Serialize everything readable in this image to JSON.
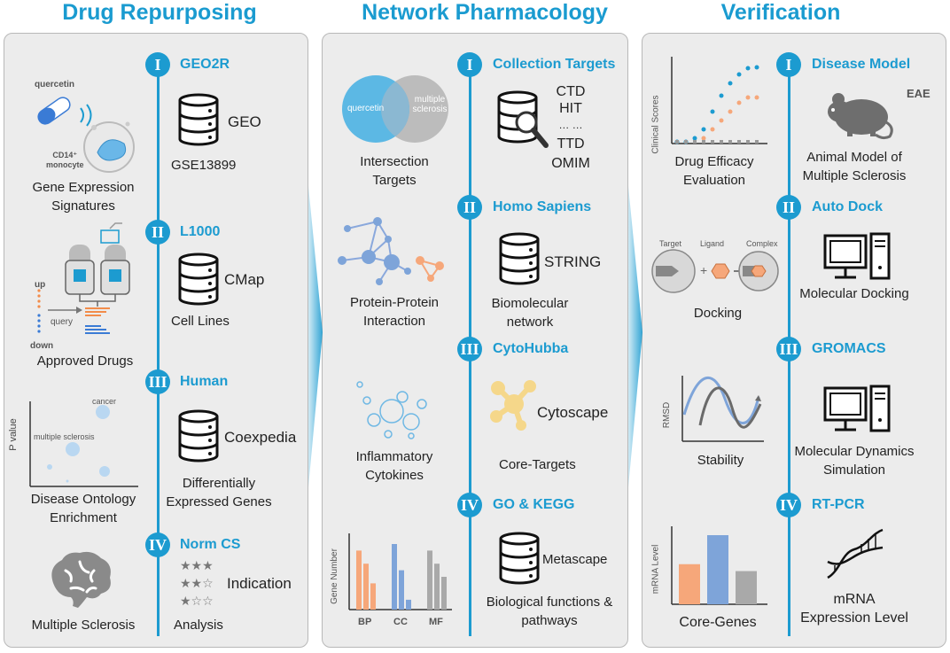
{
  "titles": {
    "drug_repurposing": "Drug Repurposing",
    "network_pharmacology": "Network Pharmacology",
    "verification": "Verification"
  },
  "repurposing": {
    "steps": [
      {
        "num": "I",
        "label": "GEO2R",
        "db": "GEO",
        "sub": "GSE13899"
      },
      {
        "num": "II",
        "label": "L1000",
        "db": "CMap",
        "sub": "Cell Lines"
      },
      {
        "num": "III",
        "label": "Human",
        "db": "Coexpedia",
        "sub1": "Differentially",
        "sub2": "Expressed Genes"
      },
      {
        "num": "IV",
        "label": "Norm CS",
        "db": "Indication",
        "sub": "Analysis"
      }
    ],
    "left": {
      "quercetin": "quercetin",
      "monocyte1": "CD14⁺",
      "monocyte2": "monocyte",
      "gene_expr1": "Gene Expression",
      "gene_expr2": "Signatures",
      "up": "up",
      "down": "down",
      "query": "query",
      "approved": "Approved Drugs",
      "pvalue": "P value",
      "cancer": "cancer",
      "ms": "multiple sclerosis",
      "doe1": "Disease Ontology",
      "doe2": "Enrichment",
      "ms_label": "Multiple Sclerosis"
    },
    "stars": [
      "★★★",
      "★★☆",
      "★☆☆"
    ]
  },
  "network": {
    "steps": [
      {
        "num": "I",
        "label": "Collection Targets",
        "db_list": [
          "CTD",
          "HIT",
          "… …",
          "TTD",
          "OMIM"
        ]
      },
      {
        "num": "II",
        "label": "Homo Sapiens",
        "db": "STRING",
        "sub1": "Biomolecular",
        "sub2": "network"
      },
      {
        "num": "III",
        "label": "CytoHubba",
        "db": "Cytoscape",
        "sub": "Core-Targets"
      },
      {
        "num": "IV",
        "label": "GO & KEGG",
        "db": "Metascape",
        "sub1": "Biological functions &",
        "sub2": "pathways"
      }
    ],
    "left": {
      "venn_a": "quercetin",
      "venn_b1": "multiple",
      "venn_b2": "sclerosis",
      "inter1": "Intersection",
      "inter2": "Targets",
      "ppi1": "Protein-Protein",
      "ppi2": "Interaction",
      "cyt1": "Inflammatory",
      "cyt2": "Cytokines",
      "gene_number": "Gene Number",
      "bp": "BP",
      "cc": "CC",
      "mf": "MF"
    },
    "go_bars": {
      "BP": [
        0.9,
        0.7,
        0.4
      ],
      "CC": [
        1.0,
        0.6,
        0.15
      ],
      "MF": [
        0.9,
        0.7,
        0.5
      ]
    }
  },
  "verification": {
    "steps": [
      {
        "num": "I",
        "label": "Disease Model",
        "eae": "EAE",
        "sub1": "Animal Model of",
        "sub2": "Multiple Sclerosis"
      },
      {
        "num": "II",
        "label": "Auto Dock",
        "sub": "Molecular Docking"
      },
      {
        "num": "III",
        "label": "GROMACS",
        "sub1": "Molecular Dynamics",
        "sub2": "Simulation"
      },
      {
        "num": "IV",
        "label": "RT-PCR",
        "sub1": "mRNA",
        "sub2": "Expression Level"
      }
    ],
    "left": {
      "clinical": "Clinical Scores",
      "eff1": "Drug Efficacy",
      "eff2": "Evaluation",
      "target": "Target",
      "ligand": "Ligand",
      "complex": "Complex",
      "docking": "Docking",
      "rmsd": "RMSD",
      "stability": "Stability",
      "mrna": "mRNA Level",
      "core_genes": "Core-Genes"
    },
    "mrna_bars": [
      0.58,
      1.0,
      0.48
    ]
  },
  "colors": {
    "accent": "#1c9bd0",
    "orange": "#f6a77a",
    "blue": "#7ea4d9",
    "gray": "#a9a9a9"
  }
}
